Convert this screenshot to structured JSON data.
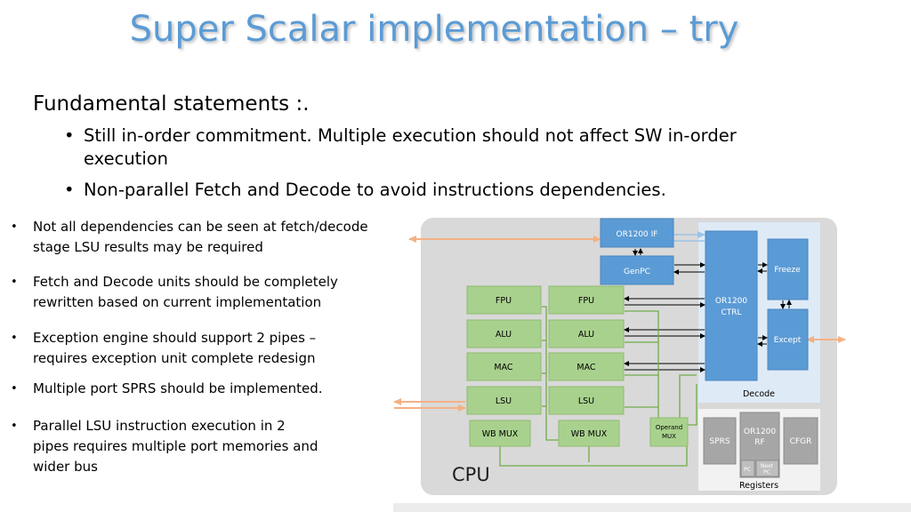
{
  "slide": {
    "title": "Super Scalar implementation – try",
    "heading": "Fundamental statements :.",
    "statements": [
      {
        "line1": "Still in-order commitment. Multiple execution should not affect SW in-order",
        "line2": "execution"
      },
      {
        "line1": "Non-parallel Fetch and Decode to avoid instructions dependencies.",
        "line2": ""
      }
    ],
    "notes": [
      {
        "line1": "Not all dependencies can be seen at fetch/decode",
        "line2": "stage LSU results may be required",
        "line3": ""
      },
      {
        "line1": "Fetch and Decode units should be completely",
        "line2": "rewritten based on current implementation",
        "line3": ""
      },
      {
        "line1": "Exception engine should support 2 pipes –",
        "line2": "requires exception unit complete redesign",
        "line3": ""
      },
      {
        "line1": "Multiple port SPRS should be implemented.",
        "line2": "",
        "line3": ""
      },
      {
        "line1": "Parallel LSU instruction execution in 2",
        "line2": "pipes requires multiple port memories and",
        "line3": "wider bus"
      }
    ]
  },
  "diagram": {
    "cpu_label": "CPU",
    "or1200_if": "OR1200 IF",
    "genpc": "GenPC",
    "ctrl_line1": "OR1200",
    "ctrl_line2": "CTRL",
    "freeze": "Freeze",
    "except": "Except",
    "decode_label": "Decode",
    "pipe1": {
      "fpu": "FPU",
      "alu": "ALU",
      "mac": "MAC",
      "lsu": "LSU",
      "wbmux": "WB MUX"
    },
    "pipe2": {
      "fpu": "FPU",
      "alu": "ALU",
      "mac": "MAC",
      "lsu": "LSU",
      "wbmux": "WB MUX"
    },
    "operand_line1": "Operand",
    "operand_line2": "MUX",
    "sprs": "SPRS",
    "rf_line1": "OR1200",
    "rf_line2": "RF",
    "pc": "PC",
    "next_pc_line1": "Next",
    "next_pc_line2": "PC",
    "cfgr": "CFGR",
    "registers_label": "Registers",
    "colors": {
      "blue_box": "#5b9bd5",
      "green_box": "#a9d18e",
      "gray_box": "#a6a6a6",
      "cpu_bg": "#d9d9d9",
      "decode_bg": "#deebf7",
      "orange_arrow": "#f4b183"
    }
  }
}
